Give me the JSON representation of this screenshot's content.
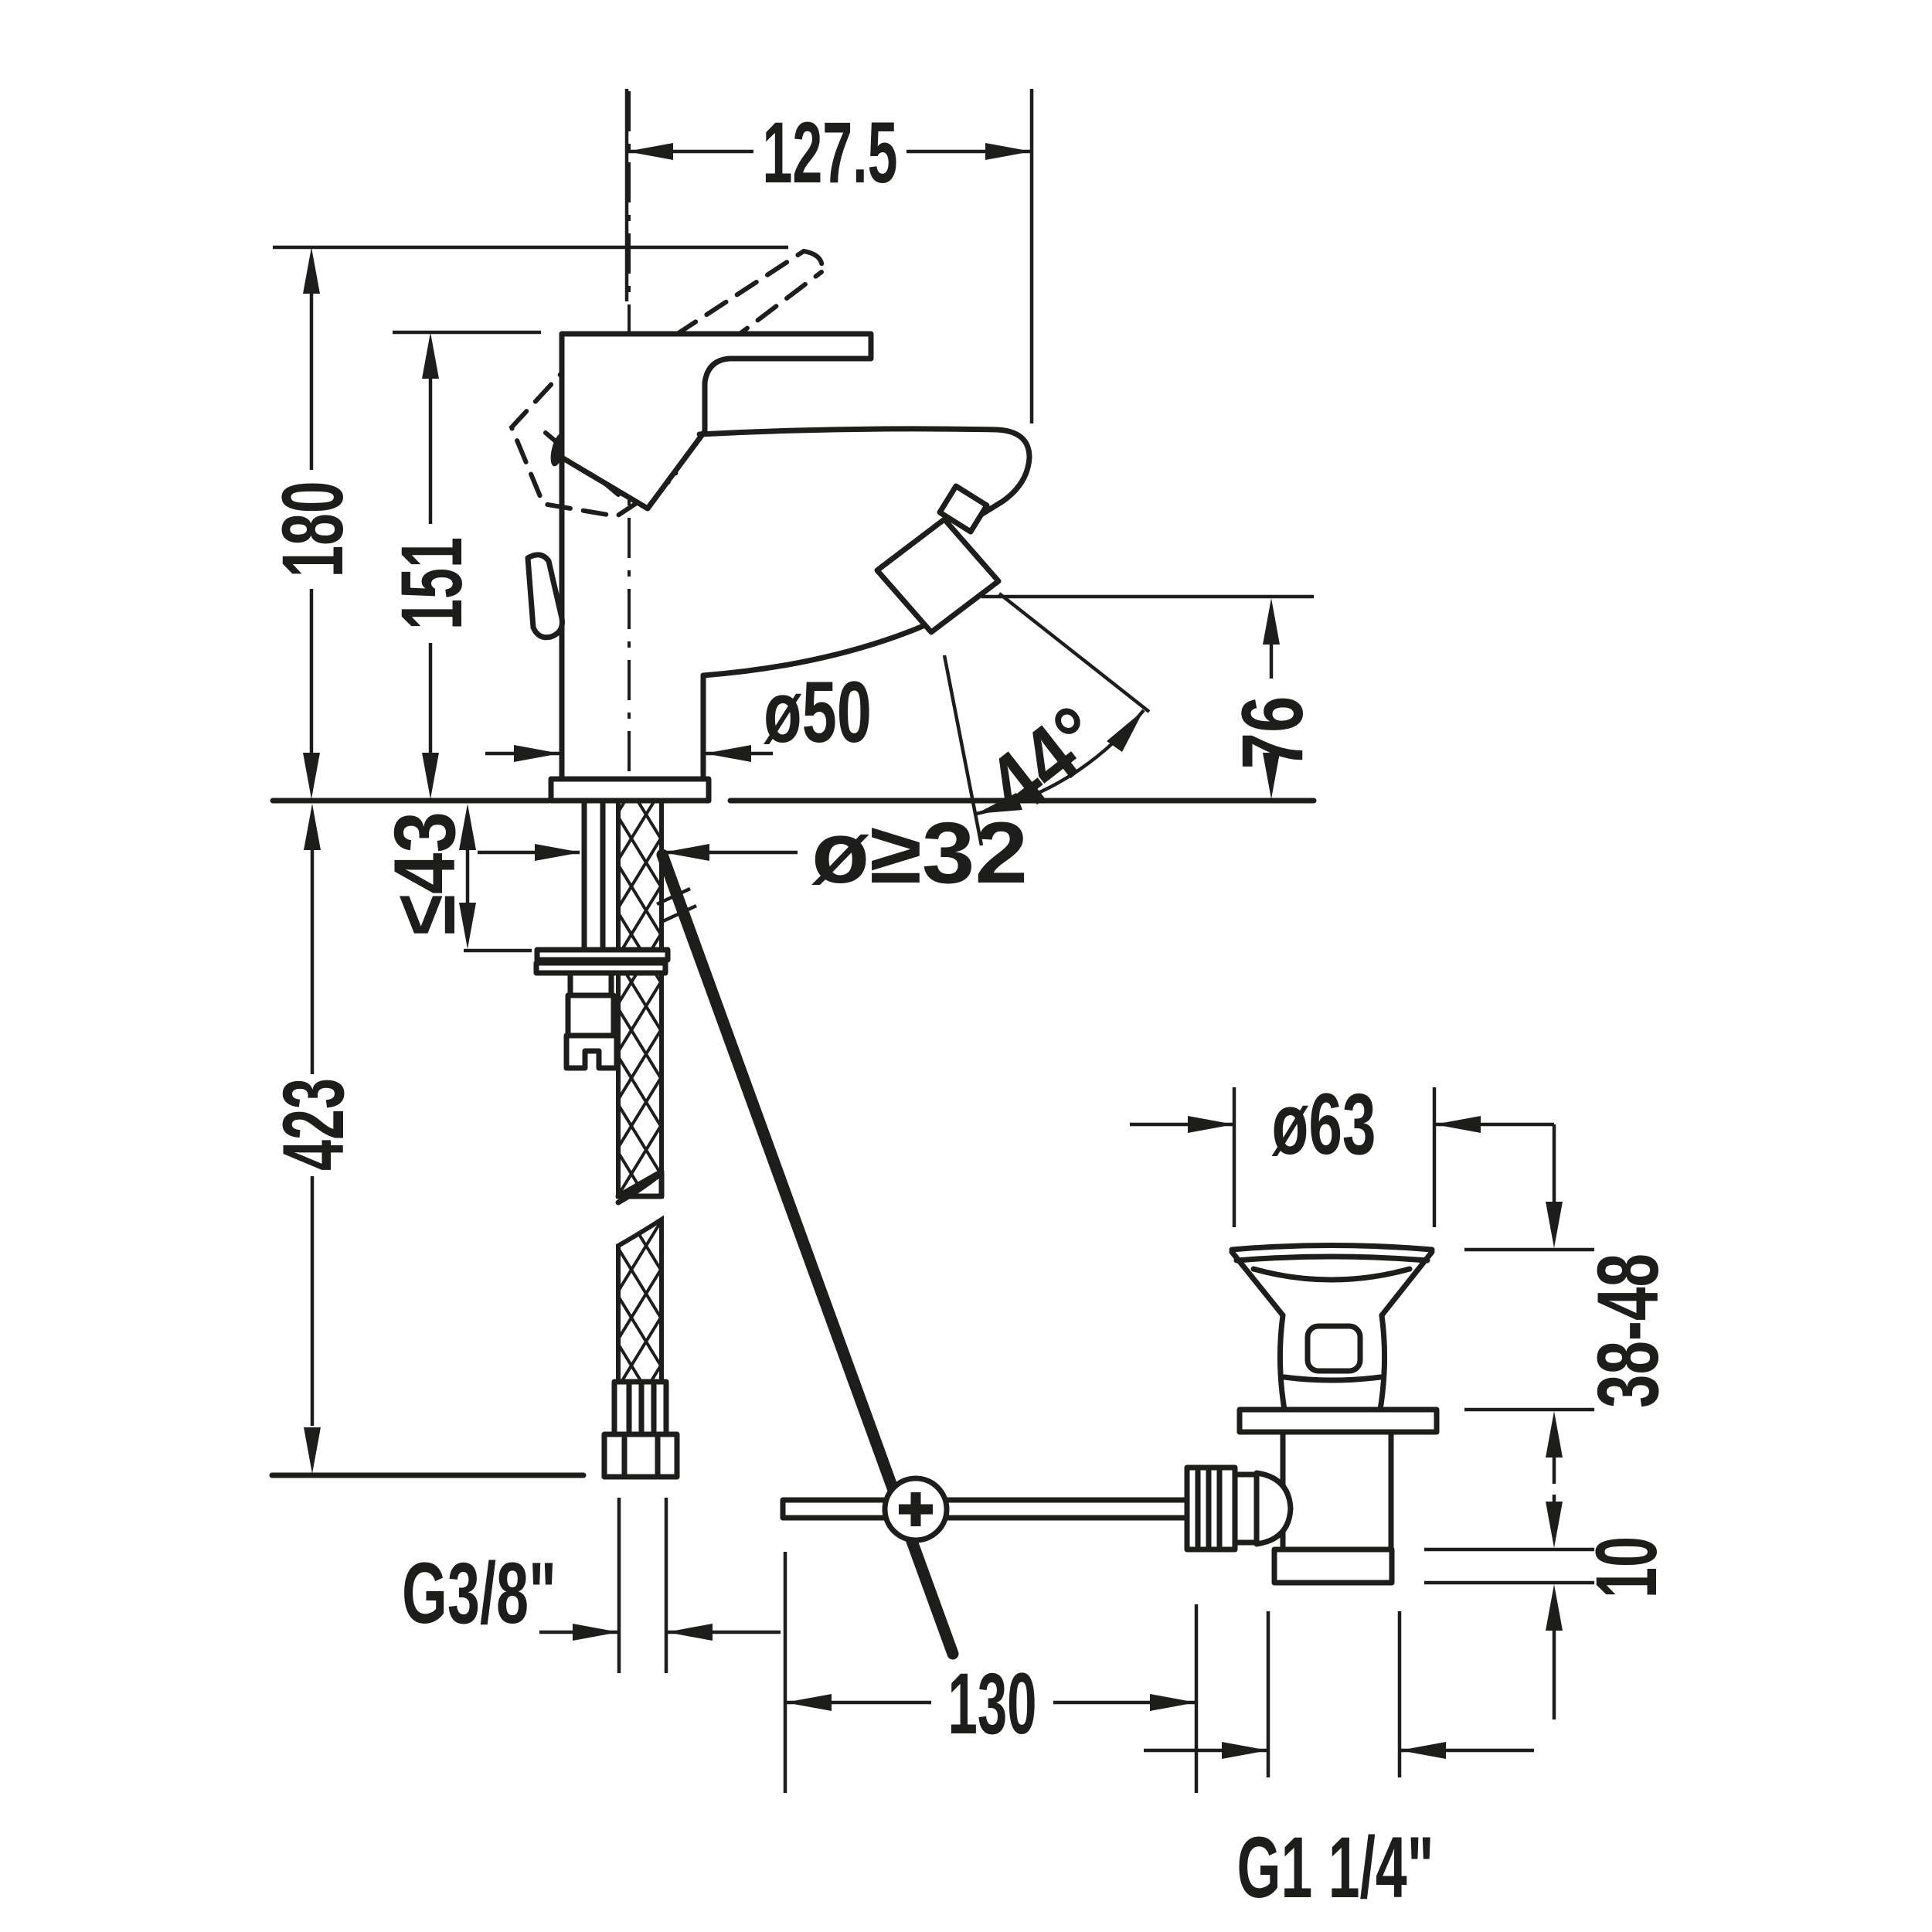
{
  "drawing": {
    "type": "technical-dimension-diagram",
    "subject": "single-lever bidet mixer with braided supply hose and pop-up waste set",
    "background": "#ffffff",
    "line_color": "#1d1d1b"
  },
  "labels": {
    "d127_5": "127.5",
    "d180": "180",
    "d151": "151",
    "d423": "423",
    "dle43": "≤43",
    "dphi50": "ø50",
    "d44": "44°",
    "d76": "76",
    "dphi32": "ø≥32",
    "dphi63": "ø63",
    "d38_48": "38-48",
    "d10": "10",
    "d130": "130",
    "dg38": "G3/8\"",
    "dg114": "G1 1/4\""
  }
}
